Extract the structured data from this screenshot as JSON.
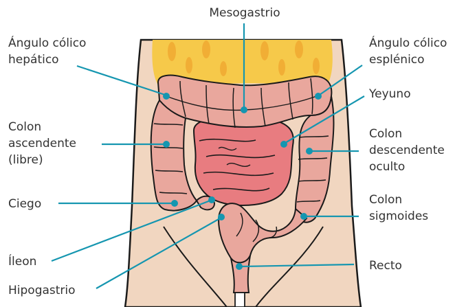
{
  "labels": {
    "mesogastrio": "Mesogastrio",
    "angulo_hepatico_1": "Ángulo cólico",
    "angulo_hepatico_2": "hepático",
    "angulo_esplenico_1": "Ángulo cólico",
    "angulo_esplenico_2": "esplénico",
    "yeyuno": "Yeyuno",
    "colon_ascendente_1": "Colon",
    "colon_ascendente_2": "ascendente",
    "colon_ascendente_3": "(libre)",
    "colon_descendente_1": "Colon",
    "colon_descendente_2": "descendente",
    "colon_descendente_3": "oculto",
    "ciego": "Ciego",
    "colon_sigmoides_1": "Colon",
    "colon_sigmoides_2": "sigmoides",
    "ileon": "Íleon",
    "recto": "Recto",
    "hipogastrio": "Hipogastrio"
  },
  "colors": {
    "skin": "#f1d6c0",
    "outline": "#1a1a1a",
    "fat": "#f6c94a",
    "colon": "#e9a79d",
    "small_intestine": "#e87c80",
    "leader": "#1596b0",
    "text": "#333333"
  }
}
